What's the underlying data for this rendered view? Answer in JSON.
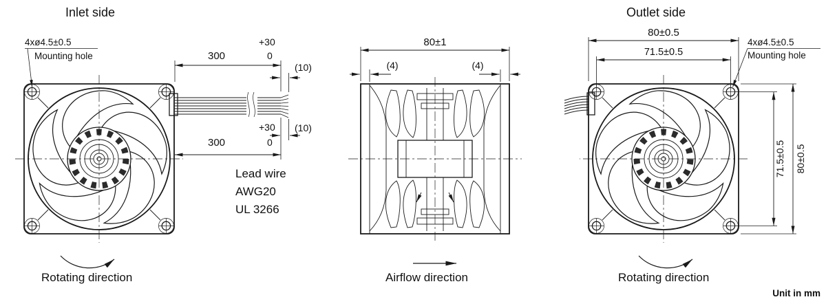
{
  "drawing": {
    "unit_note": "Unit in mm",
    "colors": {
      "ink": "#1a1a1a",
      "background": "#ffffff"
    },
    "inlet_view": {
      "title": "Inlet side",
      "mounting_hole_dim": "4xø4.5±0.5",
      "mounting_hole_label": "Mounting hole",
      "rotating_direction_label": "Rotating direction",
      "lead_wire_length_top": {
        "nominal": "300",
        "tol_upper": "+30",
        "tol_lower": "0"
      },
      "lead_wire_length_bottom": {
        "nominal": "300",
        "tol_upper": "+30",
        "tol_lower": "0"
      },
      "strip_length_top": "(10)",
      "strip_length_bottom": "(10)",
      "lead_wire_note": {
        "line1": "Lead wire",
        "line2": "AWG20",
        "line3": "UL 3266"
      }
    },
    "side_view": {
      "depth_dim": "80±1",
      "flange_dim_left": "(4)",
      "flange_dim_right": "(4)",
      "airflow_direction_label": "Airflow direction"
    },
    "outlet_view": {
      "title": "Outlet side",
      "frame_width_dim": "80±0.5",
      "hole_pitch_width_dim": "71.5±0.5",
      "frame_height_dim": "80±0.5",
      "hole_pitch_height_dim": "71.5±0.5",
      "mounting_hole_dim": "4xø4.5±0.5",
      "mounting_hole_label": "Mounting hole",
      "rotating_direction_label": "Rotating direction"
    }
  }
}
